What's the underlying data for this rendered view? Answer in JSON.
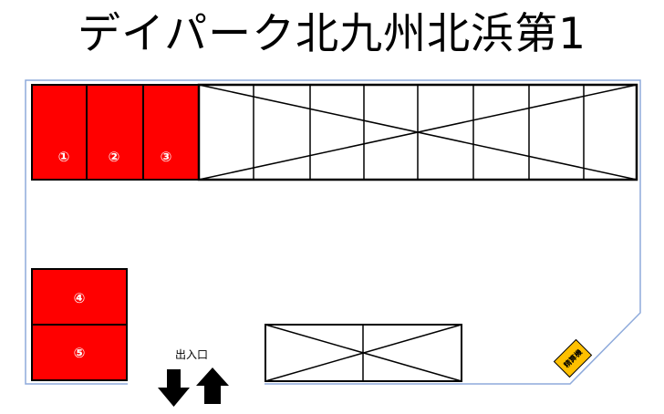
{
  "title": "デイパーク北九州北浜第1",
  "colors": {
    "available": "#FF0000",
    "boundary": "#8EAADB",
    "line": "#000000",
    "sign": "#FFC000"
  },
  "stalls": [
    {
      "id": "1",
      "label": "①",
      "status": "available"
    },
    {
      "id": "2",
      "label": "②",
      "status": "available"
    },
    {
      "id": "3",
      "label": "③",
      "status": "available"
    },
    {
      "id": "4",
      "label": "④",
      "status": "available"
    },
    {
      "id": "5",
      "label": "⑤",
      "status": "available"
    }
  ],
  "unavailable_top_cells": 8,
  "unavailable_bottom_cells": 2,
  "entrance": {
    "label": "出入口"
  },
  "payment_machine": {
    "label": "精算機"
  }
}
